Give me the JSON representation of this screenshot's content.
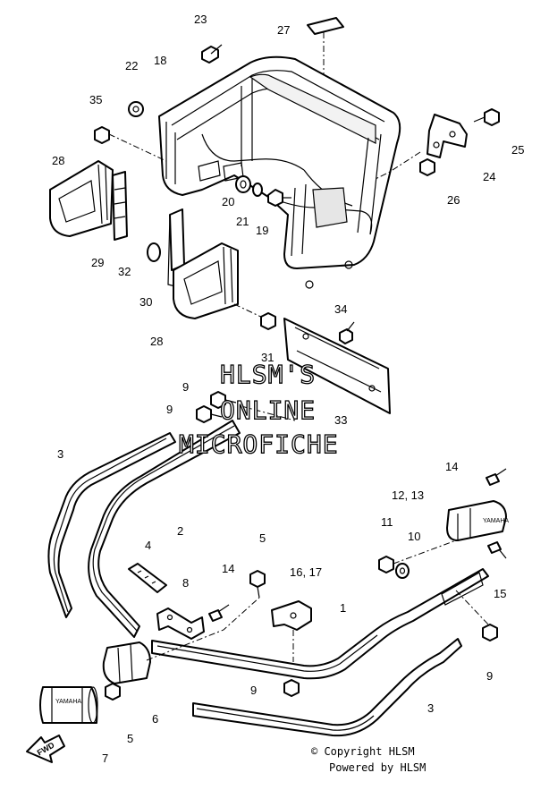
{
  "callouts": {
    "c1": "1",
    "c2": "2",
    "c3a": "3",
    "c3b": "3",
    "c4": "4",
    "c5a": "5",
    "c5b": "5",
    "c6": "6",
    "c7": "7",
    "c8": "8",
    "c9a": "9",
    "c9b": "9",
    "c9c": "9",
    "c9d": "9",
    "c10": "10",
    "c11": "11",
    "c12_13": "12, 13",
    "c14a": "14",
    "c14b": "14",
    "c15": "15",
    "c16_17": "16, 17",
    "c18": "18",
    "c19": "19",
    "c20": "20",
    "c21": "21",
    "c22": "22",
    "c23": "23",
    "c24": "24",
    "c25": "25",
    "c26": "26",
    "c27": "27",
    "c28a": "28",
    "c28b": "28",
    "c29": "29",
    "c30": "30",
    "c31": "31",
    "c32": "32",
    "c33": "33",
    "c34": "34",
    "c35": "35"
  },
  "watermark": {
    "line1": "HLSM'S",
    "line2": "ONLINE",
    "line3": "MICROFICHE"
  },
  "footer": {
    "copyright": "© Copyright HLSM",
    "powered": "Powered by HLSM"
  },
  "fwd_label": "FWD",
  "brand_mark": "YAMAHA"
}
